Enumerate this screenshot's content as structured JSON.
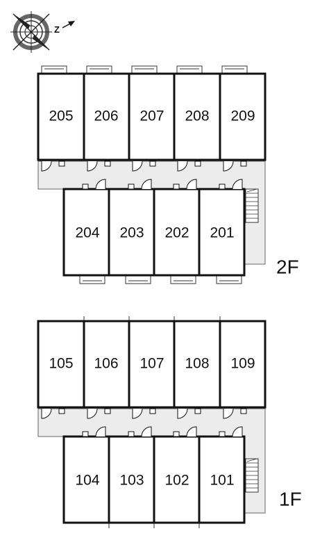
{
  "compass": {
    "icon": "compass-rose-icon",
    "north_letter": "Z"
  },
  "colors": {
    "wall": "#111111",
    "corridor": "#ececec",
    "corridor_edge": "#666666",
    "line": "#333333"
  },
  "floors": [
    {
      "label": "2F",
      "back_rooms": [
        "205",
        "206",
        "207",
        "208",
        "209"
      ],
      "front_rooms": [
        "204",
        "203",
        "202",
        "201"
      ]
    },
    {
      "label": "1F",
      "back_rooms": [
        "105",
        "106",
        "107",
        "108",
        "109"
      ],
      "front_rooms": [
        "104",
        "103",
        "102",
        "101"
      ]
    }
  ]
}
